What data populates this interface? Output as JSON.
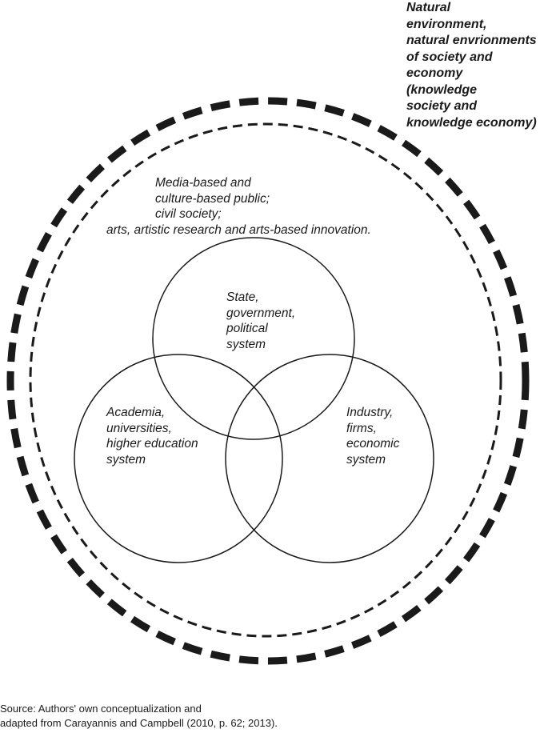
{
  "diagram": {
    "outer_label": [
      "Natural",
      "environment,",
      "natural envrionments",
      "of society and",
      "economy",
      "(knowledge",
      "society and",
      "knowledge economy)"
    ],
    "middle_label": [
      "Media-based and",
      "culture-based public;",
      "civil society;",
      "arts, artistic research and arts-based innovation."
    ],
    "state_label": [
      "State,",
      "government,",
      "political",
      "system"
    ],
    "academia_label": [
      "Academia,",
      "universities,",
      "higher education",
      "system"
    ],
    "industry_label": [
      "Industry,",
      "firms,",
      "economic",
      "system"
    ]
  },
  "source": [
    "Source: Authors' own conceptualization and",
    "adapted from Carayannis and Campbell (2010, p. 62; 2013)."
  ]
}
